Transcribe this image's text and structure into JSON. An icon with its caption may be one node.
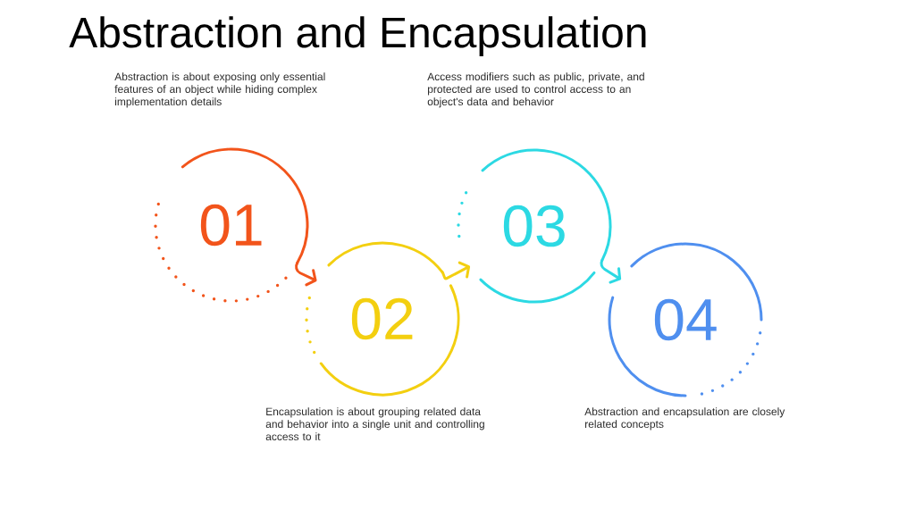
{
  "diagram": {
    "title": "Abstraction and Encapsulation",
    "nodes": [
      {
        "text": [
          "01"
        ]
      },
      {
        "text": [
          "02"
        ],
        "beside": [
          "Encapsulation is about grouping related data and behavior into a single unit and controlling access to it"
        ]
      },
      {
        "text": [
          "03"
        ]
      },
      {
        "text": [
          "04"
        ],
        "beside": [
          "Abstraction and encapsulation are closely related concepts"
        ]
      }
    ],
    "edges": [
      {
        "from": 0,
        "to": 1,
        "arrow": "to",
        "color": "#f2541b"
      },
      {
        "from": 1,
        "to": 2,
        "arrow": "to",
        "color": "#f3cf10"
      },
      {
        "from": 2,
        "to": 3,
        "arrow": "to",
        "color": "#2cd9e3"
      }
    ],
    "labels": [
      "Abstraction is about exposing only essential features of an object while hiding complex implementation details",
      "Access modifiers such as public, private, and protected are used to control access to an object's data and behavior"
    ]
  }
}
